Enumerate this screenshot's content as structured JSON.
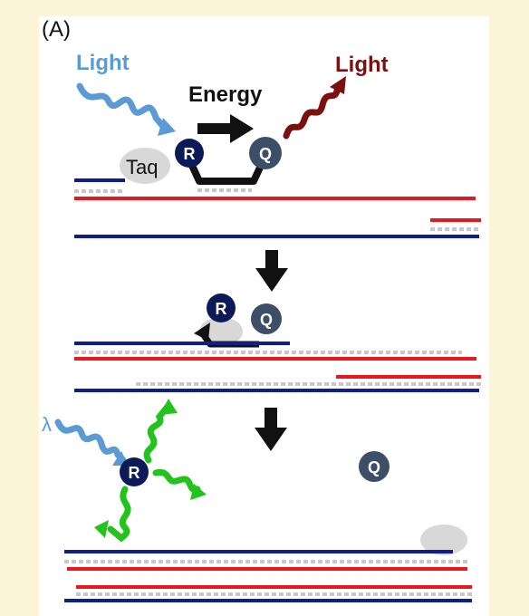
{
  "panel_label": "(A)",
  "stage1": {
    "light_in": "Light",
    "energy": "Energy",
    "light_out": "Light",
    "taq": "Taq",
    "reporter": "R",
    "quencher": "Q"
  },
  "stage2": {
    "reporter": "R",
    "quencher": "Q"
  },
  "stage3": {
    "lambda": "λ",
    "reporter": "R",
    "quencher": "Q"
  },
  "colors": {
    "background": "#fdf5d8",
    "panel": "#ffffff",
    "template_strand": "#0f1e8c",
    "primer_strand": "#e8181e",
    "dotted_pair": "#c8c8c8",
    "light_in": "#5b9bd5",
    "light_out": "#7a1010",
    "fluorescence": "#22c31d",
    "reporter_circle": "#0c1a5a",
    "quencher_circle": "#3d4f66",
    "taq": "#d8d8d8",
    "arrow": "#111111"
  },
  "icons": [
    "light-wave-icon",
    "energy-arrow-icon",
    "down-arrow-icon",
    "fluorescence-wave-icon"
  ]
}
